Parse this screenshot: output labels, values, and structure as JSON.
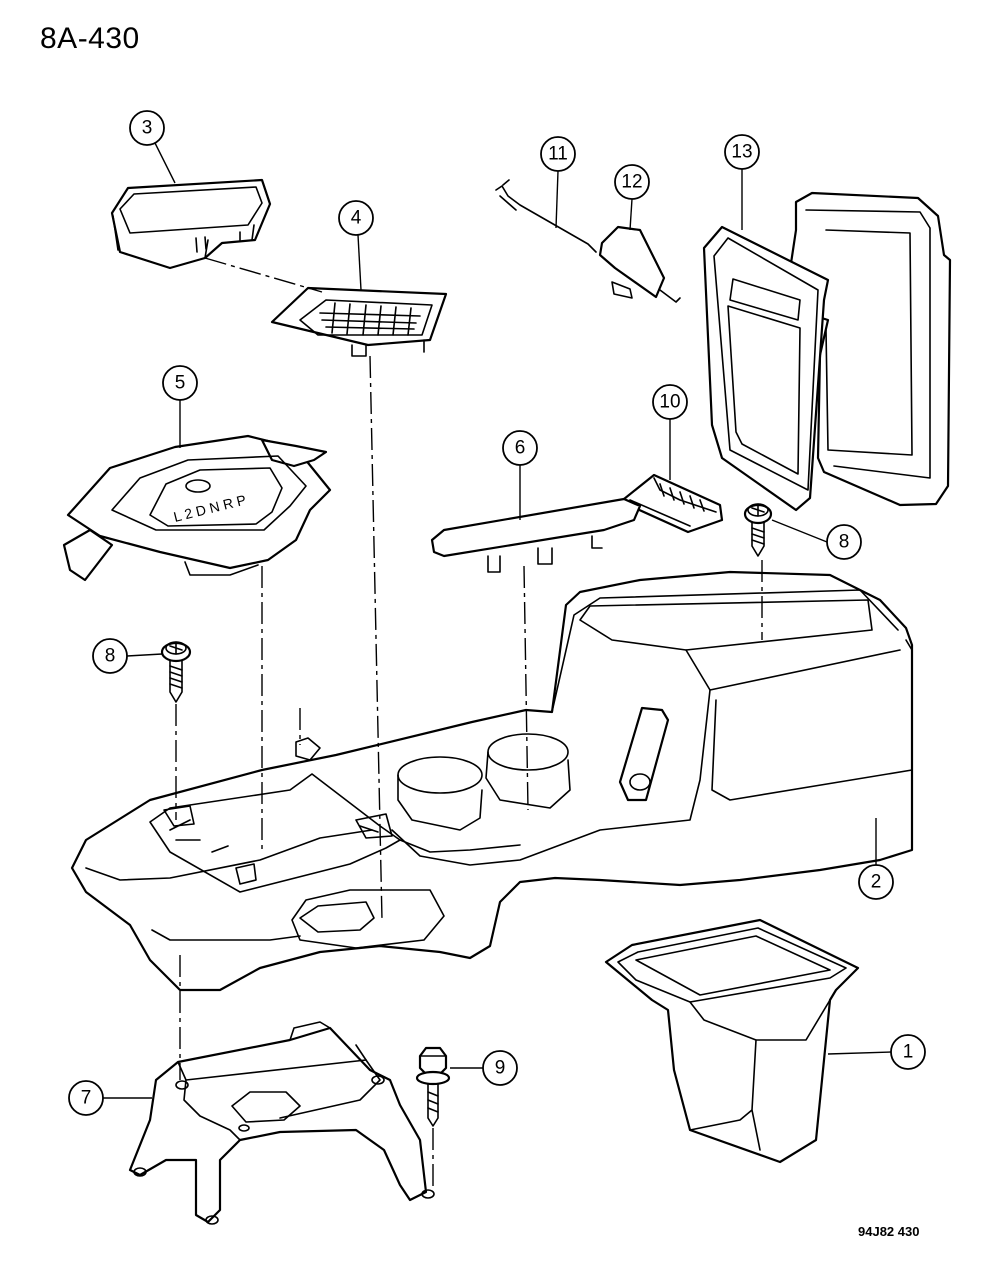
{
  "diagram": {
    "page_title": "8A-430",
    "ref_code": "94J82  430",
    "callouts": [
      {
        "id": "1",
        "label": "1"
      },
      {
        "id": "2",
        "label": "2"
      },
      {
        "id": "3",
        "label": "3"
      },
      {
        "id": "4",
        "label": "4"
      },
      {
        "id": "5",
        "label": "5"
      },
      {
        "id": "6",
        "label": "6"
      },
      {
        "id": "7",
        "label": "7"
      },
      {
        "id": "8a",
        "label": "8"
      },
      {
        "id": "8b",
        "label": "8"
      },
      {
        "id": "9",
        "label": "9"
      },
      {
        "id": "10",
        "label": "10"
      },
      {
        "id": "11",
        "label": "11"
      },
      {
        "id": "12",
        "label": "12"
      },
      {
        "id": "13",
        "label": "13"
      }
    ],
    "shift_indicator": "L 2 D N R P"
  }
}
